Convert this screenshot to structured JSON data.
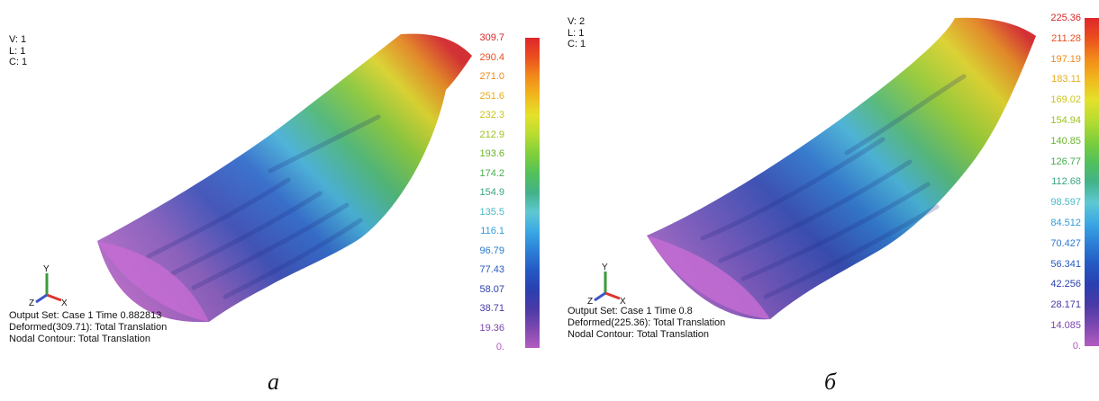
{
  "panels": [
    {
      "id": "a",
      "header": [
        "V: 1",
        "L: 1",
        "C: 1"
      ],
      "legend_values": [
        "309.7",
        "290.4",
        "271.0",
        "251.6",
        "232.3",
        "212.9",
        "193.6",
        "174.2",
        "154.9",
        "135.5",
        "116.1",
        "96.79",
        "77.43",
        "58.07",
        "38.71",
        "19.36",
        "0."
      ],
      "footer": {
        "output_set": "Output Set: Case 1 Time 0.882813",
        "deformed": "Deformed(309.71): Total Translation",
        "contour": "Nodal Contour: Total Translation"
      },
      "axis_labels": {
        "y": "Y",
        "z": "Z",
        "x": "X"
      },
      "caption": "a"
    },
    {
      "id": "b",
      "header": [
        "V: 2",
        "L: 1",
        "C: 1"
      ],
      "legend_values": [
        "225.36",
        "211.28",
        "197.19",
        "183.11",
        "169.02",
        "154.94",
        "140.85",
        "126.77",
        "112.68",
        "98.597",
        "84.512",
        "70.427",
        "56.341",
        "42.256",
        "28.171",
        "14.085",
        "0."
      ],
      "footer": {
        "output_set": "Output Set: Case 1 Time 0.8",
        "deformed": "Deformed(225.36): Total Translation",
        "contour": "Nodal Contour: Total Translation"
      },
      "axis_labels": {
        "y": "Y",
        "z": "Z",
        "x": "X"
      },
      "caption": "б"
    }
  ],
  "legend_colors": [
    "#e0262a",
    "#ea4f1e",
    "#f28b1a",
    "#f0b81d",
    "#e5e12a",
    "#b7dc32",
    "#7fcf3a",
    "#53c15a",
    "#43b28a",
    "#5fc8d2",
    "#3aa8e4",
    "#2c7fd6",
    "#2459c4",
    "#2a3fb0",
    "#4a3aa6",
    "#7d48b0",
    "#b35cc0"
  ]
}
